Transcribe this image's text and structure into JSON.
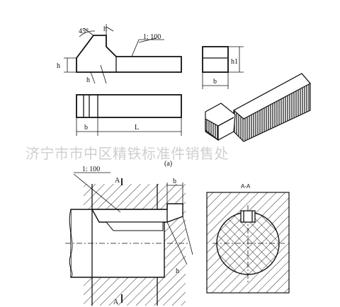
{
  "top_views": {
    "angle_label": "45°",
    "h_label": "h",
    "taper_label": "1: 100",
    "left_h_label": "h",
    "small_h_label": "h"
  },
  "end_view": {
    "h1_label": "h1",
    "b_label": "b"
  },
  "plan_view": {
    "b_label": "b",
    "L_label": "L",
    "caption": "(a)"
  },
  "watermark": "济宁市市中区精铁标准件销售处",
  "assembly": {
    "taper_label": "1: 100",
    "section_mark_top": "A",
    "section_mark_bottom": "A",
    "b_label": "b",
    "h_label": "h"
  },
  "section_view": {
    "title": "A-A"
  }
}
